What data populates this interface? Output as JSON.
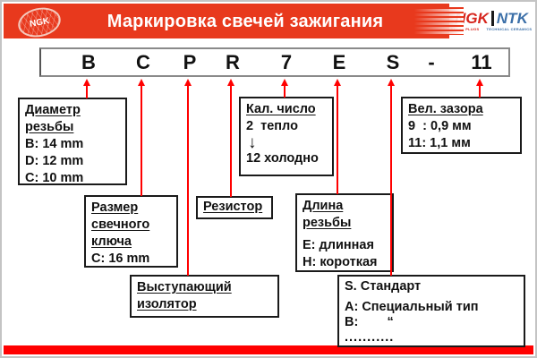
{
  "slide": {
    "title": "Маркировка свечей зажигания",
    "colors": {
      "header_red": "#e8391d",
      "connector_red": "#ff0000",
      "footer_red": "#ff0000",
      "logo_ngk_red": "#d6251d",
      "logo_ntk_blue": "#3b6fa8"
    },
    "logo_left": {
      "text": "NGK"
    },
    "logo_right": {
      "ngk": "NGK",
      "ntk": "NTK",
      "ngk_sub": "SPARK PLUGS",
      "ntk_sub": "TECHNICAL CERAMICS"
    }
  },
  "code": {
    "letters": [
      "B",
      "C",
      "P",
      "R",
      "7",
      "E",
      "S",
      "-",
      "11"
    ]
  },
  "boxes": {
    "diameter": {
      "title_lines": [
        "Диаметр",
        "резьбы"
      ],
      "items": [
        "B: 14 mm",
        "D: 12 mm",
        "C: 10 mm"
      ]
    },
    "wrench": {
      "title_lines": [
        "Размер",
        "свечного",
        "ключа"
      ],
      "items": [
        "C: 16 mm"
      ]
    },
    "insulator": {
      "title_lines": [
        "Выступающий",
        "изолятор"
      ]
    },
    "resistor": {
      "title_lines": [
        "Резистор"
      ]
    },
    "heat": {
      "title_lines": [
        "Кал. число"
      ],
      "hot_label": "2  тепло",
      "arrow_glyph": "↓",
      "cold_label": "12 холодно"
    },
    "thread_length": {
      "title_lines": [
        "Длина",
        "резьбы"
      ],
      "items": [
        "E: длинная",
        "H: короткая"
      ]
    },
    "type": {
      "items": [
        "S. Стандарт",
        "A: Специальный тип",
        "B:        “",
        "..........."
      ]
    },
    "gap": {
      "title_lines": [
        "Вел. зазора"
      ],
      "items": [
        "9  : 0,9 мм",
        "11: 1,1 мм"
      ]
    }
  }
}
